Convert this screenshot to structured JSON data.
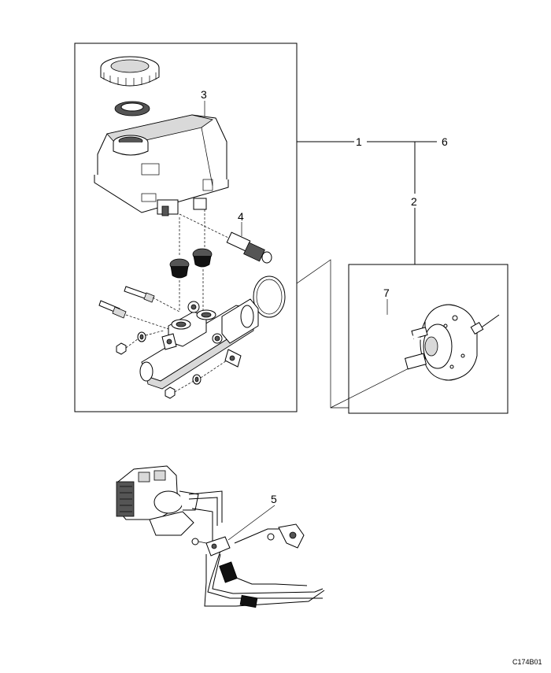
{
  "callouts": {
    "c1": "1",
    "c2": "2",
    "c3": "3",
    "c4": "4",
    "c5": "5",
    "c6": "6",
    "c7": "7"
  },
  "figure_code": "C174B01",
  "colors": {
    "line": "#000000",
    "background": "#ffffff"
  }
}
